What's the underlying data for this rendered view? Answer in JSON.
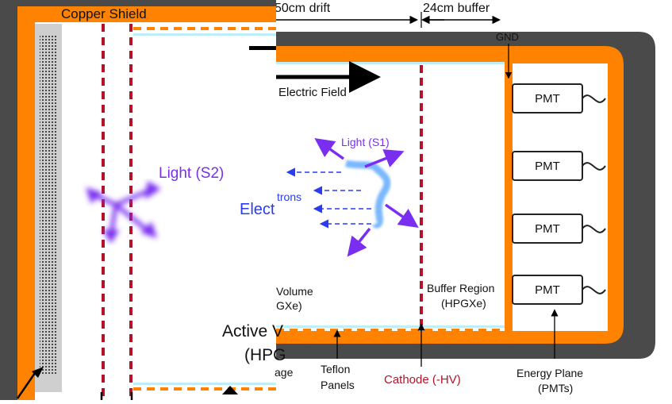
{
  "labels": {
    "copper_shield": "Copper Shield",
    "drift": "50cm drift",
    "buffer": "24cm buffer",
    "gnd": "GND",
    "electric_field": "Electric Field",
    "light_s1": "Light (S1)",
    "light_s2": "Light (S2)",
    "electrons_partial_left": "Elect",
    "electrons_partial_right": "trons",
    "active_volume_1": "Active V",
    "active_volume_2": "(HPG",
    "volume_1": "Volume",
    "volume_2": "GXe)",
    "buffer_region_1": "Buffer Region",
    "buffer_region_2": "(HPGXe)",
    "teflon_1": "Teflon",
    "teflon_2": "Panels",
    "cathode": "Cathode (-HV)",
    "energy_plane_1": "Energy Plane",
    "energy_plane_2": "(PMTs)",
    "age_fragment": "age"
  },
  "pmts": [
    {
      "label": "PMT"
    },
    {
      "label": "PMT"
    },
    {
      "label": "PMT"
    },
    {
      "label": "PMT"
    }
  ],
  "colors": {
    "vessel": "#4a4a4a",
    "copper": "#ff8200",
    "cathode": "#b5122a",
    "teflon": "#bdeefa",
    "arrow_purple": "#7a2ff0",
    "electron_blue": "#2a3cf0",
    "track": "#7ab8ff"
  }
}
